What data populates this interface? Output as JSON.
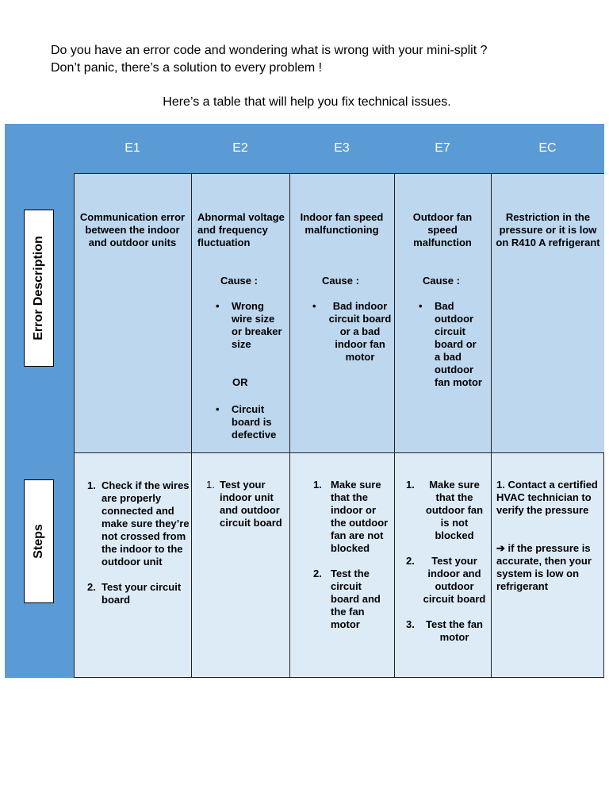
{
  "intro": {
    "line1": "Do you have an error code and wondering what is wrong with your mini-split ?",
    "line2": "Don’t panic, there’s a solution to every problem !",
    "subtitle": "Here’s a table that will help you fix technical issues."
  },
  "table": {
    "headers": [
      "E1",
      "E2",
      "E3",
      "E7",
      "EC"
    ],
    "row_labels": {
      "description": "Error Description",
      "steps": "Steps"
    },
    "description": {
      "e1": "Communication error between the indoor and outdoor units",
      "e2": "Abnormal voltage and frequency fluctuation",
      "e3": "Indoor fan speed malfunctioning",
      "e7": "Outdoor fan speed malfunction",
      "ec": "Restriction in the pressure or  it is low on R410 A refrigerant"
    },
    "cause_label": "Cause :",
    "causes": {
      "e2_a": "Wrong wire size or breaker size",
      "e2_or": "OR",
      "e2_b": "Circuit board is defective",
      "e3": "Bad indoor circuit board or a bad indoor fan motor",
      "e7": "Bad outdoor circuit board or a bad outdoor fan motor"
    },
    "steps": {
      "e1": [
        {
          "num": "1.",
          "text": "Check if the wires are properly connected and make sure they’re not crossed from the indoor to the outdoor unit"
        },
        {
          "num": "2.",
          "text": "Test your circuit board"
        }
      ],
      "e2": [
        {
          "num": "1.",
          "text": "Test your indoor unit and outdoor circuit board"
        }
      ],
      "e3": [
        {
          "num": "1.",
          "text": "Make sure that the indoor or the outdoor fan are not blocked"
        },
        {
          "num": "2.",
          "text": "Test the circuit board and the fan motor"
        }
      ],
      "e7": [
        {
          "num": "1.",
          "text": "Make sure that the outdoor fan is not blocked"
        },
        {
          "num": "2.",
          "text": "Test your indoor and outdoor circuit board"
        },
        {
          "num": "3.",
          "text": "Test the fan motor"
        }
      ],
      "ec": {
        "step1": "1. Contact a certified HVAC technician to verify the pressure",
        "arrow": "➔",
        "step2": "if the pressure is accurate, then your system is low on refrigerant"
      }
    }
  }
}
